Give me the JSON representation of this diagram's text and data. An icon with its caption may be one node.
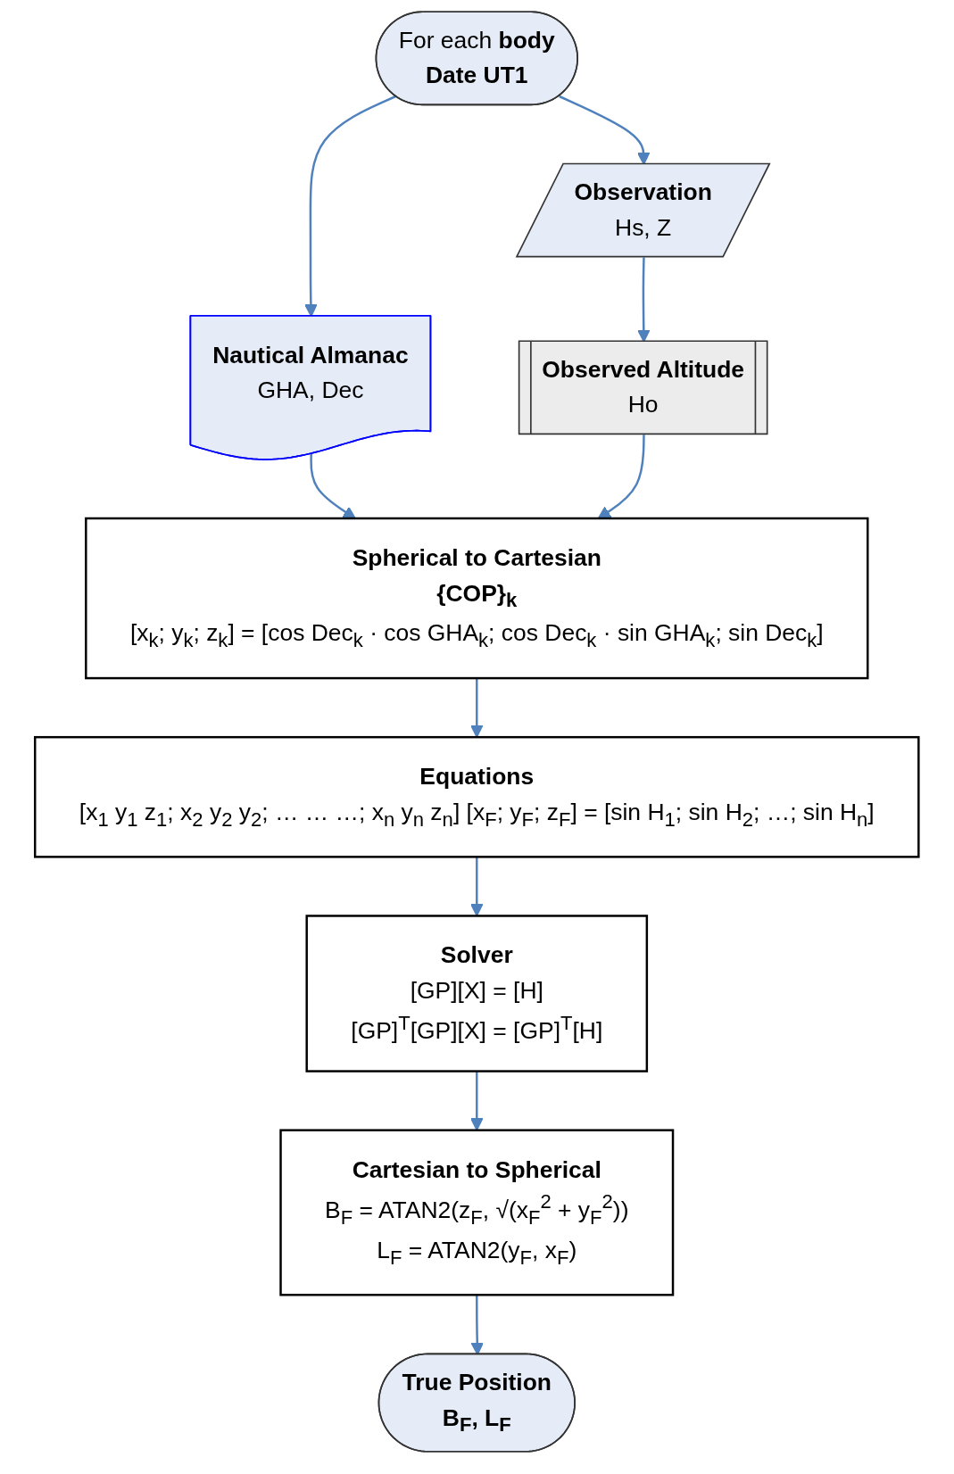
{
  "diagram": {
    "nodes": [
      {
        "text": [
          "For each **body**",
          "Date UT1"
        ]
      },
      {
        "text": [
          "Nautical Almanac",
          "GHA, Dec"
        ]
      },
      {
        "text": [
          "Observation",
          "Hs, Z"
        ]
      },
      {
        "text": [
          "Observed Altitude",
          "Ho"
        ]
      },
      {
        "text": [
          "Spherical to Cartesian",
          "{COP}$_{k}$",
          "[x$_{k}$; y$_{k}$; z$_{k}$] = [cos Dec$_{k}$ · cos GHA$_{k}$; cos Dec$_{k}$ · sin GHA$_{k}$; sin Dec$_{k}$]"
        ]
      },
      {
        "text": [
          "Equations",
          "[x$_{1}$ y$_{1}$ z$_{1}$; x$_{2}$ y$_{2}$ y$_{2}$; … … …; x$_{n}$ y$_{n}$ z$_{n}$] [x$_{F}$; y$_{F}$; z$_{F}$] = [sin H$_{1}$; sin H$_{2}$; …; sin H$_{n}$]"
        ]
      },
      {
        "text": [
          "Solver",
          "[GP][X] = [H]",
          "[GP]$^{T}$[GP][X] = [GP]$^{T}$[H]"
        ]
      },
      {
        "text": [
          "Cartesian to Spherical",
          "B$_{F}$ = ATAN2(z$_{F}$, √(x$_{F}$$^{2}$ + y$_{F}$$^{2}$))",
          "L$_{F}$ = ATAN2(y$_{F}$, x$_{F}$)"
        ]
      },
      {
        "text": [
          "True Position",
          "B$_{F}$, L$_{F}$"
        ]
      }
    ],
    "edges": [
      {
        "from": 0,
        "to": 1,
        "arrow": "to"
      },
      {
        "from": 0,
        "to": 2,
        "arrow": "to"
      },
      {
        "from": 2,
        "to": 3,
        "arrow": "to"
      },
      {
        "from": 1,
        "to": 4,
        "arrow": "to"
      },
      {
        "from": 3,
        "to": 4,
        "arrow": "to"
      },
      {
        "from": 4,
        "to": 5,
        "arrow": "to"
      },
      {
        "from": 5,
        "to": 6,
        "arrow": "to"
      },
      {
        "from": 6,
        "to": 7,
        "arrow": "to"
      },
      {
        "from": 7,
        "to": 8,
        "arrow": "to"
      }
    ]
  }
}
